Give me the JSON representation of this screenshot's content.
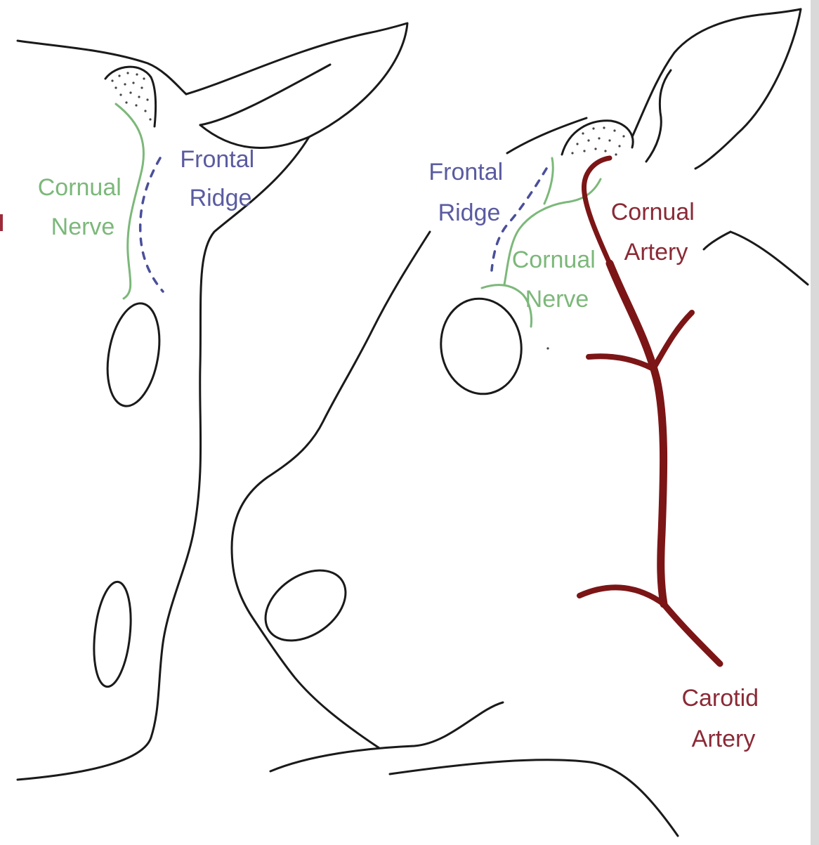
{
  "left_panel": {
    "cornual_nerve_label": [
      "Cornual",
      "Nerve"
    ],
    "frontal_ridge_label": [
      "Frontal",
      "Ridge"
    ]
  },
  "right_panel": {
    "frontal_ridge_label": [
      "Frontal",
      "Ridge"
    ],
    "cornual_nerve_label": [
      "Cornual",
      "Nerve"
    ],
    "cornual_artery_label": [
      "Cornual",
      "Artery"
    ],
    "carotid_artery_label": [
      "Carotid",
      "Artery"
    ]
  },
  "colors": {
    "nerve": "#7cb87a",
    "frontal_ridge": "#4a4f9a",
    "artery": "#7c1516",
    "outline": "#1a1a1a"
  }
}
